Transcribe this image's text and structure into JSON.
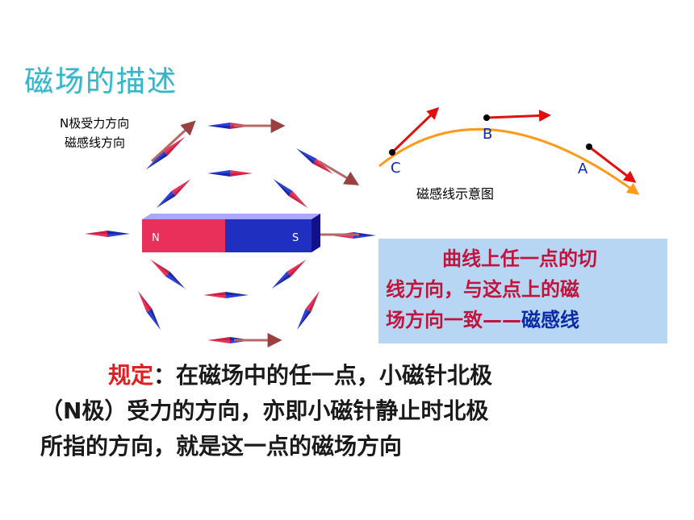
{
  "title": "磁场的描述",
  "left_labels": [
    "N极受力方向",
    "磁感线方向"
  ],
  "magnet": {
    "n_label": "N",
    "s_label": "S",
    "n_color": "#e8305a",
    "s_color": "#1f2fc0"
  },
  "curve": {
    "points": [
      "C",
      "B",
      "A"
    ],
    "caption": "磁感线示意图"
  },
  "note": {
    "line1": "曲线上任一点的切",
    "line2": "线方向，与这点上的磁",
    "line3a": "场方向一致——",
    "line3b": "磁感线"
  },
  "rule": {
    "keyword": "规定",
    "text1": "：在磁场中的任一点，小磁针北极",
    "text2": "（N极）受力的方向，亦即小磁针静止时北极",
    "text3": "所指的方向，就是这一点的磁场方向"
  }
}
